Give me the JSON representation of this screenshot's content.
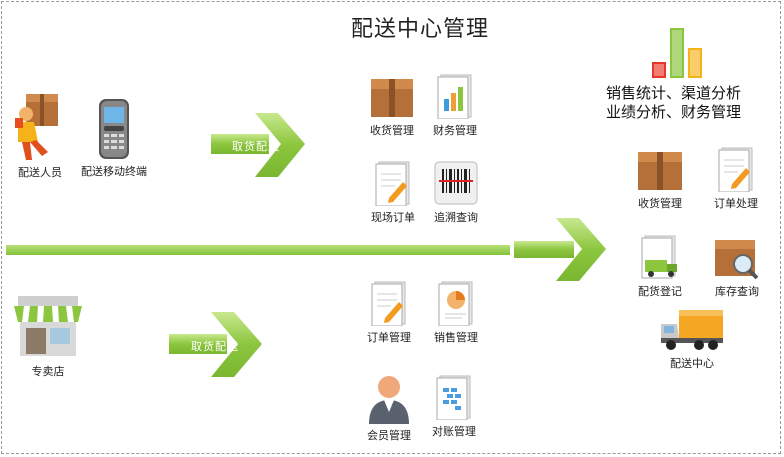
{
  "title": "配送中心管理",
  "left": {
    "delivery_person": "配送人员",
    "terminal": "配送移动终端",
    "store": "专卖店"
  },
  "arrows": {
    "top": "取货配送",
    "bottom": "取货配送"
  },
  "middle_top": [
    "收货管理",
    "财务管理",
    "现场订单",
    "追溯查询"
  ],
  "middle_bottom": [
    "订单管理",
    "销售管理",
    "会员管理",
    "对账管理"
  ],
  "right": {
    "summary_line1": "销售统计、渠道分析",
    "summary_line2": "业绩分析、财务管理",
    "items": [
      "收货管理",
      "订单处理",
      "配货登记",
      "库存查询",
      "配送中心"
    ]
  },
  "colors": {
    "arrow_green": "#8cc63f",
    "arrow_light": "#c5e58a",
    "box_brown": "#b5703a"
  }
}
